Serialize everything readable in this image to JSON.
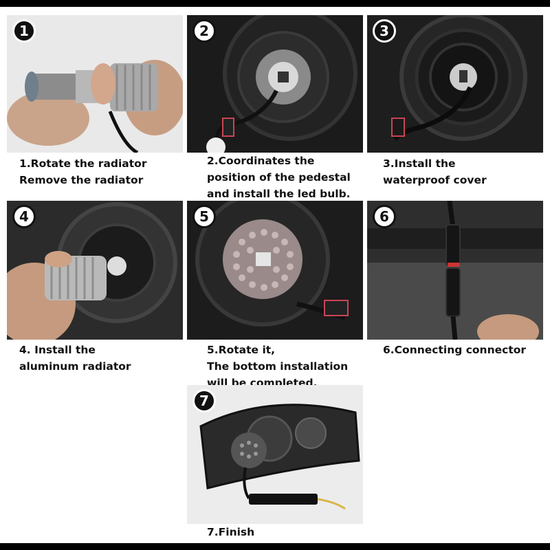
{
  "steps": [
    {
      "number": "1",
      "caption_lines": [
        "1.Rotate the radiator",
        "Remove the radiator"
      ]
    },
    {
      "number": "2",
      "caption_lines": [
        "2.Coordinates the",
        "position of the pedestal",
        "and install the led bulb."
      ]
    },
    {
      "number": "3",
      "caption_lines": [
        "3.Install the",
        "waterproof cover"
      ]
    },
    {
      "number": "4",
      "caption_lines": [
        "4. Install the",
        "aluminum radiator"
      ]
    },
    {
      "number": "5",
      "caption_lines": [
        "5.Rotate it,",
        "The bottom installation",
        "will be completed."
      ]
    },
    {
      "number": "6",
      "caption_lines": [
        "6.Connecting connector"
      ]
    },
    {
      "number": "7",
      "caption_lines": [
        "7.Finish"
      ]
    }
  ]
}
